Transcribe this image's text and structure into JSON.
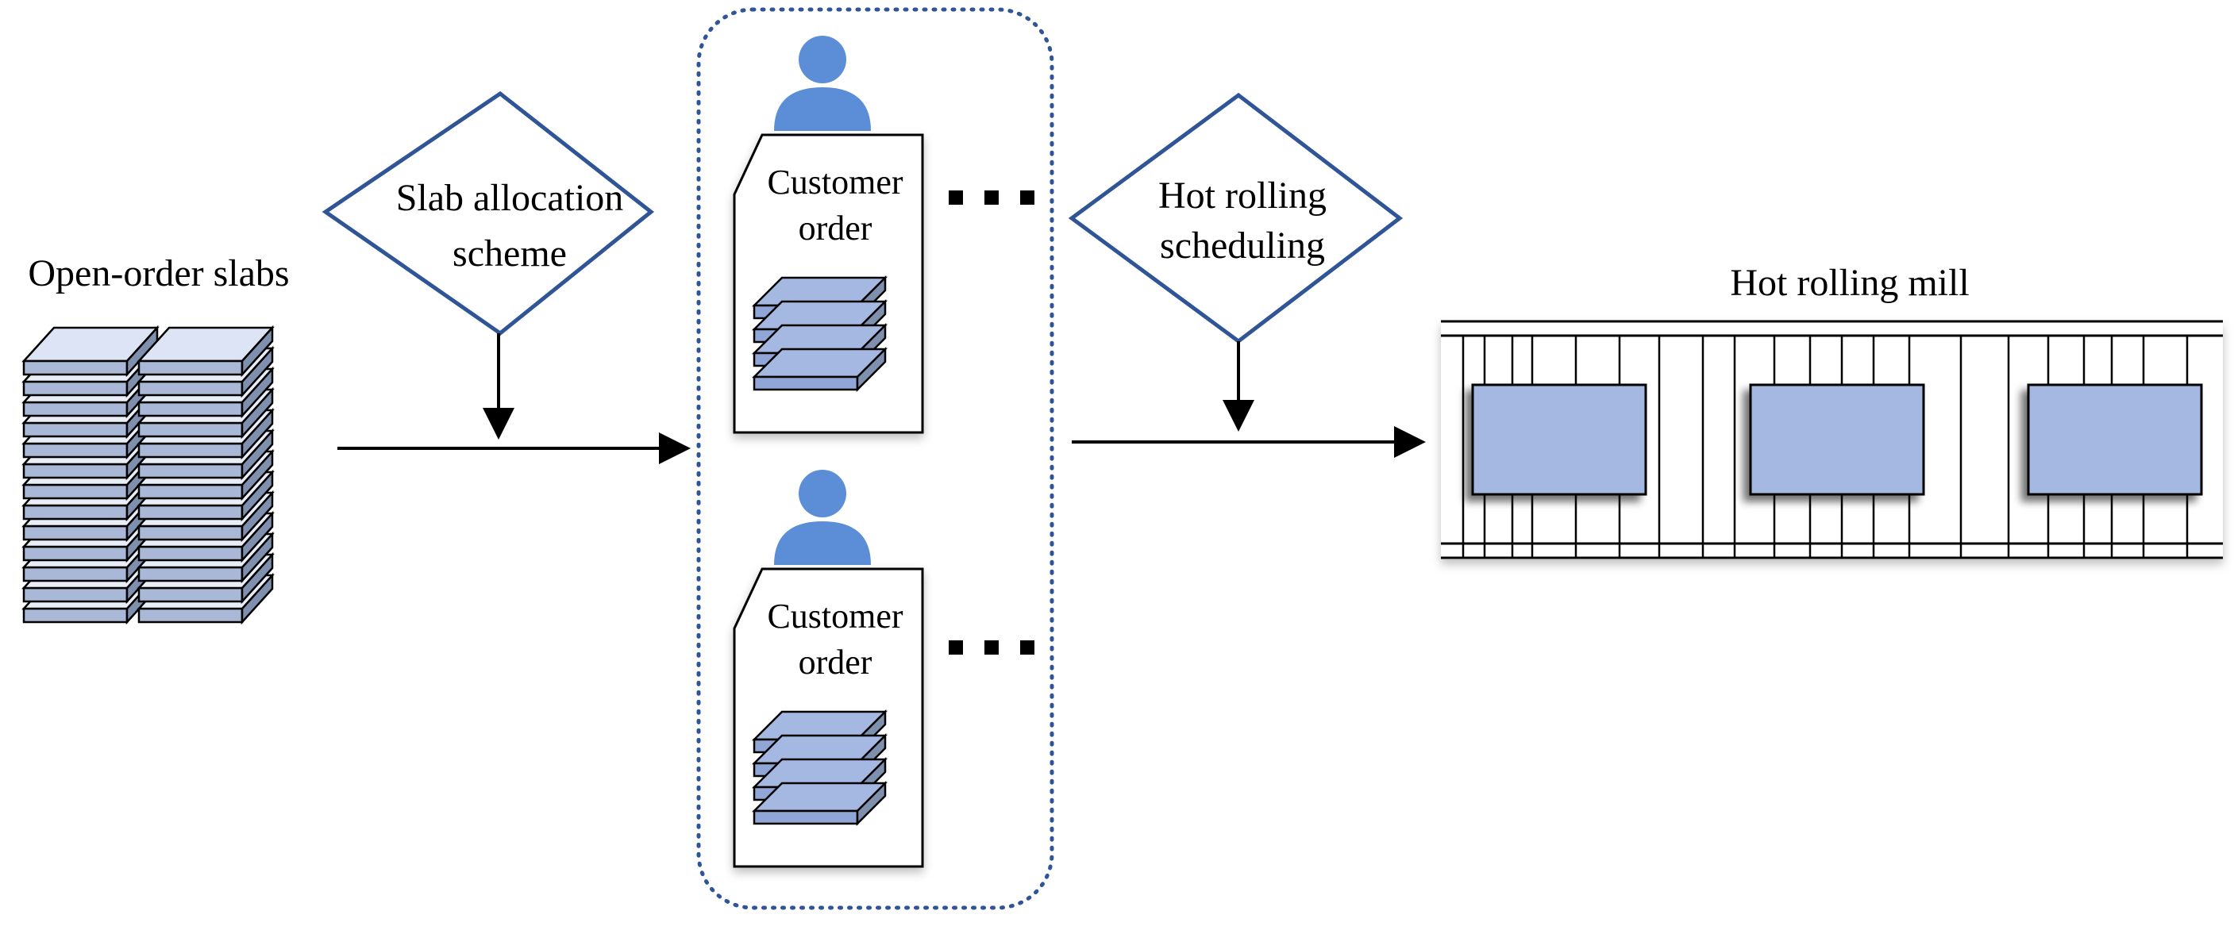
{
  "labels": {
    "slabs_title": "Open-order slabs",
    "allocation_line1": "Slab allocation",
    "allocation_line2": "scheme",
    "scheduling_line1": "Hot rolling",
    "scheduling_line2": "scheduling",
    "mill_title": "Hot rolling mill",
    "order_line1": "Customer",
    "order_line2": "order"
  },
  "orders": [
    {
      "line1": "Customer",
      "line2": "order"
    },
    {
      "line1": "Customer",
      "line2": "order"
    }
  ],
  "colors": {
    "diamond_stroke": "#2F5597",
    "container_dots": "#2F5597",
    "person_fill": "#5B8ED6",
    "slab_top": "#DCE4F5",
    "slab_side": "#A9B8D6",
    "order_slab_top": "#A4B8E2",
    "order_slab_side": "#8FA6D6",
    "mill_block": "#A4B8E2",
    "arrow": "#000000"
  }
}
